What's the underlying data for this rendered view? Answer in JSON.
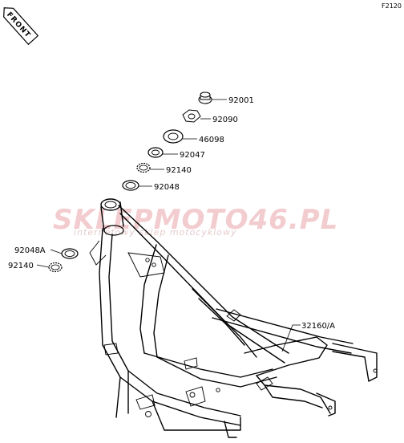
{
  "figure_code": "F2120",
  "front_badge": {
    "text": "FRONT"
  },
  "watermark": {
    "brand": "SKLEPMOTO46.PL",
    "tagline": "internetowy sklep motocyklowy"
  },
  "callouts": [
    {
      "id": "bolt",
      "part_number": "92001"
    },
    {
      "id": "nut-1",
      "part_number": "92090"
    },
    {
      "id": "washer-large",
      "part_number": "46098"
    },
    {
      "id": "washer-small",
      "part_number": "92047"
    },
    {
      "id": "ring-upper",
      "part_number": "92140"
    },
    {
      "id": "bearing-upper",
      "part_number": "92048"
    },
    {
      "id": "bearing-lower",
      "part_number": "92048A"
    },
    {
      "id": "ring-lower",
      "part_number": "92140"
    },
    {
      "id": "frame",
      "part_number": "32160/A"
    }
  ]
}
